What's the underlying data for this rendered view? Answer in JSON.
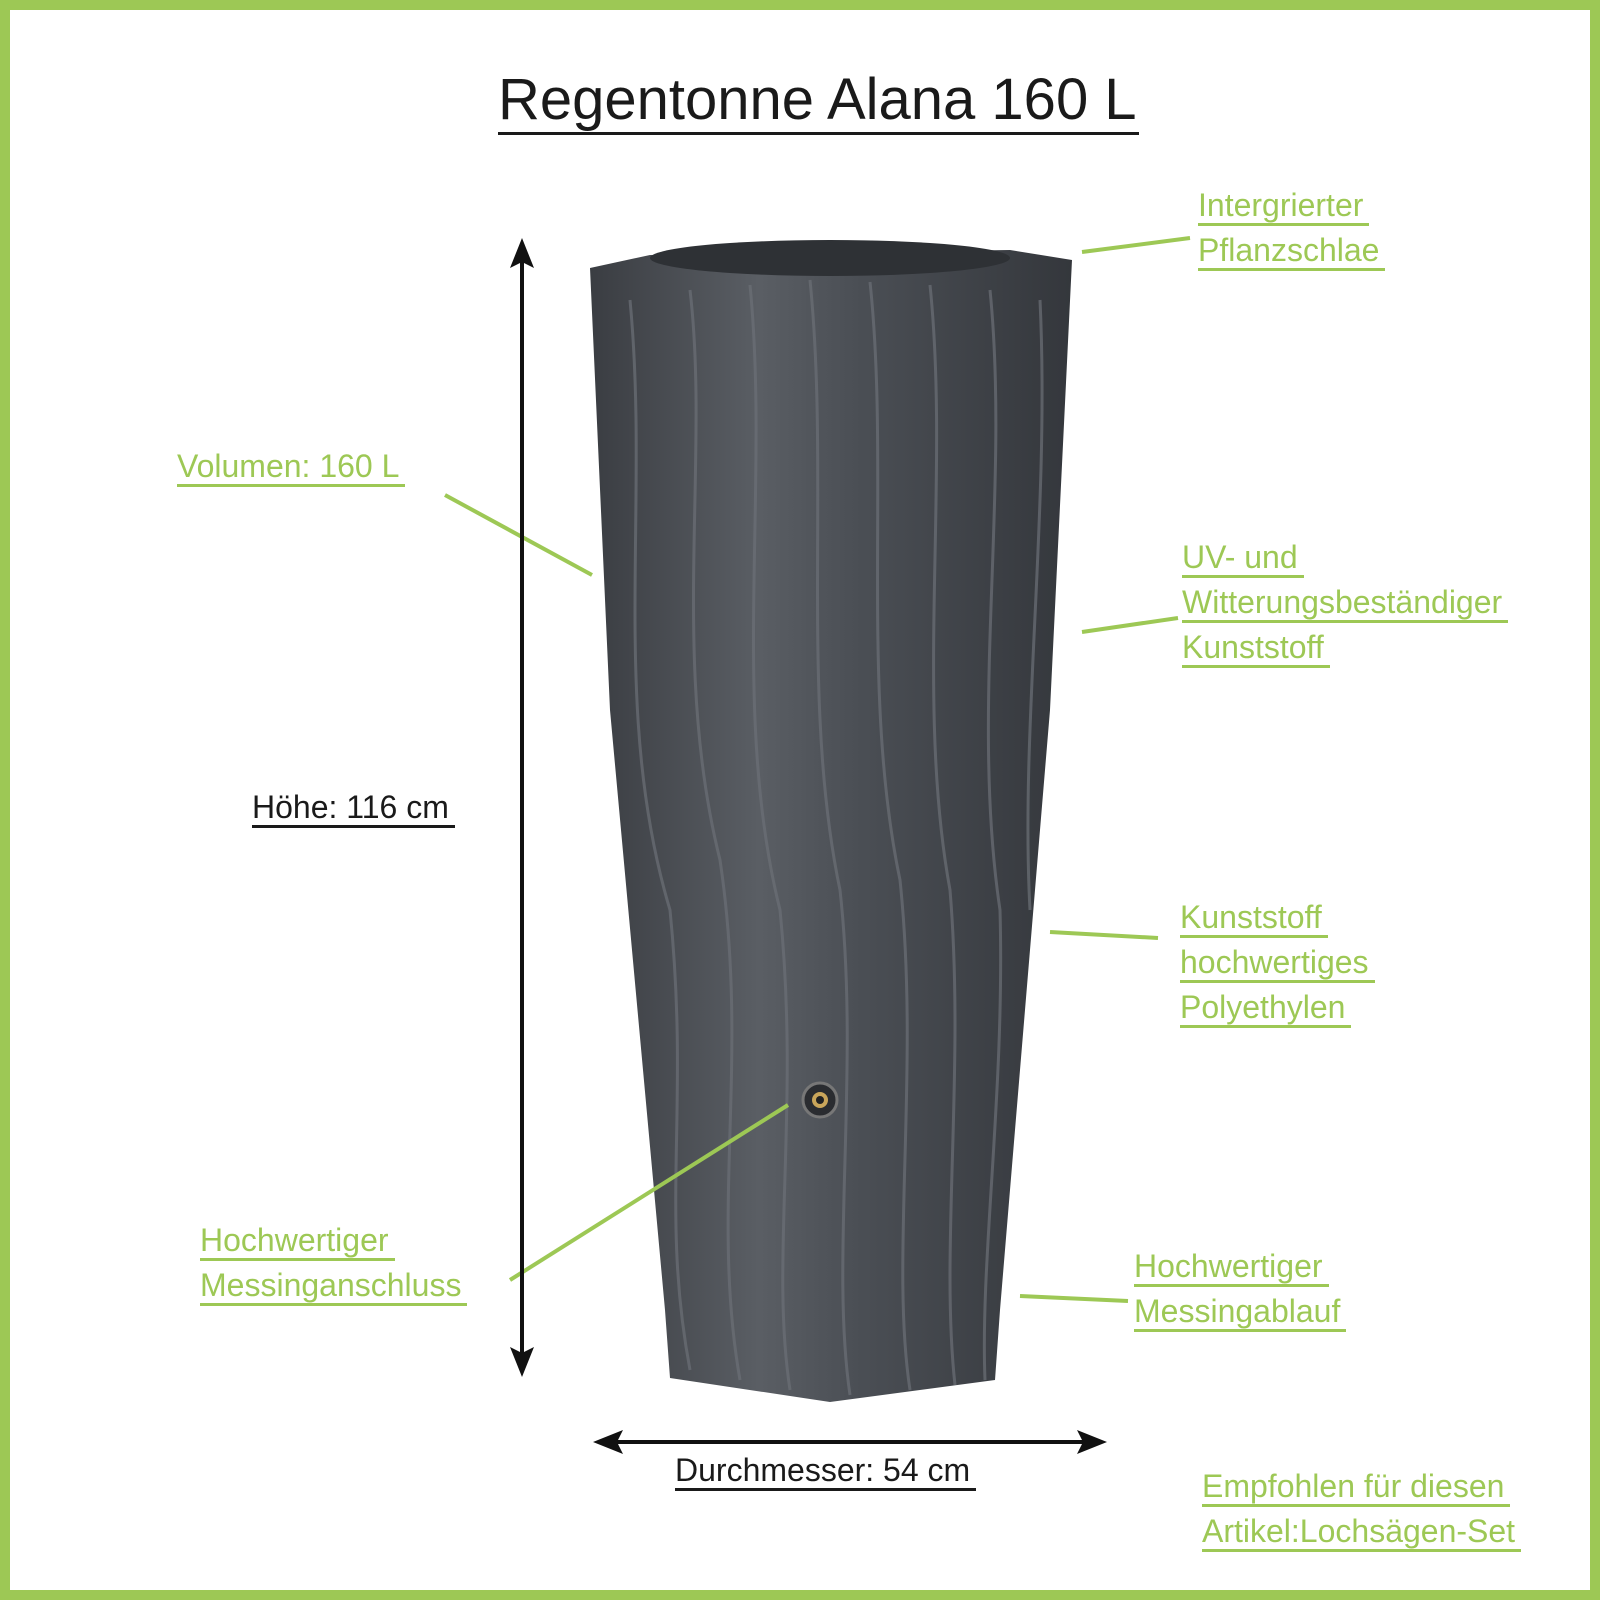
{
  "title": "Regentonne Alana 160 L",
  "accent_color": "#9dc855",
  "labels": {
    "planter": [
      "Intergrierter",
      "Pflanzschlae"
    ],
    "volume": [
      "Volumen: 160 L"
    ],
    "uv": [
      "UV- und",
      "Witterungsbeständiger",
      "Kunststoff"
    ],
    "material": [
      "Kunststoff",
      "hochwertiges",
      "Polyethylen"
    ],
    "brass_connector": [
      "Hochwertiger",
      "Messinganschluss"
    ],
    "brass_drain": [
      "Hochwertiger",
      "Messingablauf"
    ],
    "recommended": [
      "Empfohlen für diesen",
      "Artikel:Lochsägen-Set"
    ]
  },
  "dimensions": {
    "height": "Höhe: 116 cm",
    "diameter": "Durchmesser: 54 cm"
  }
}
